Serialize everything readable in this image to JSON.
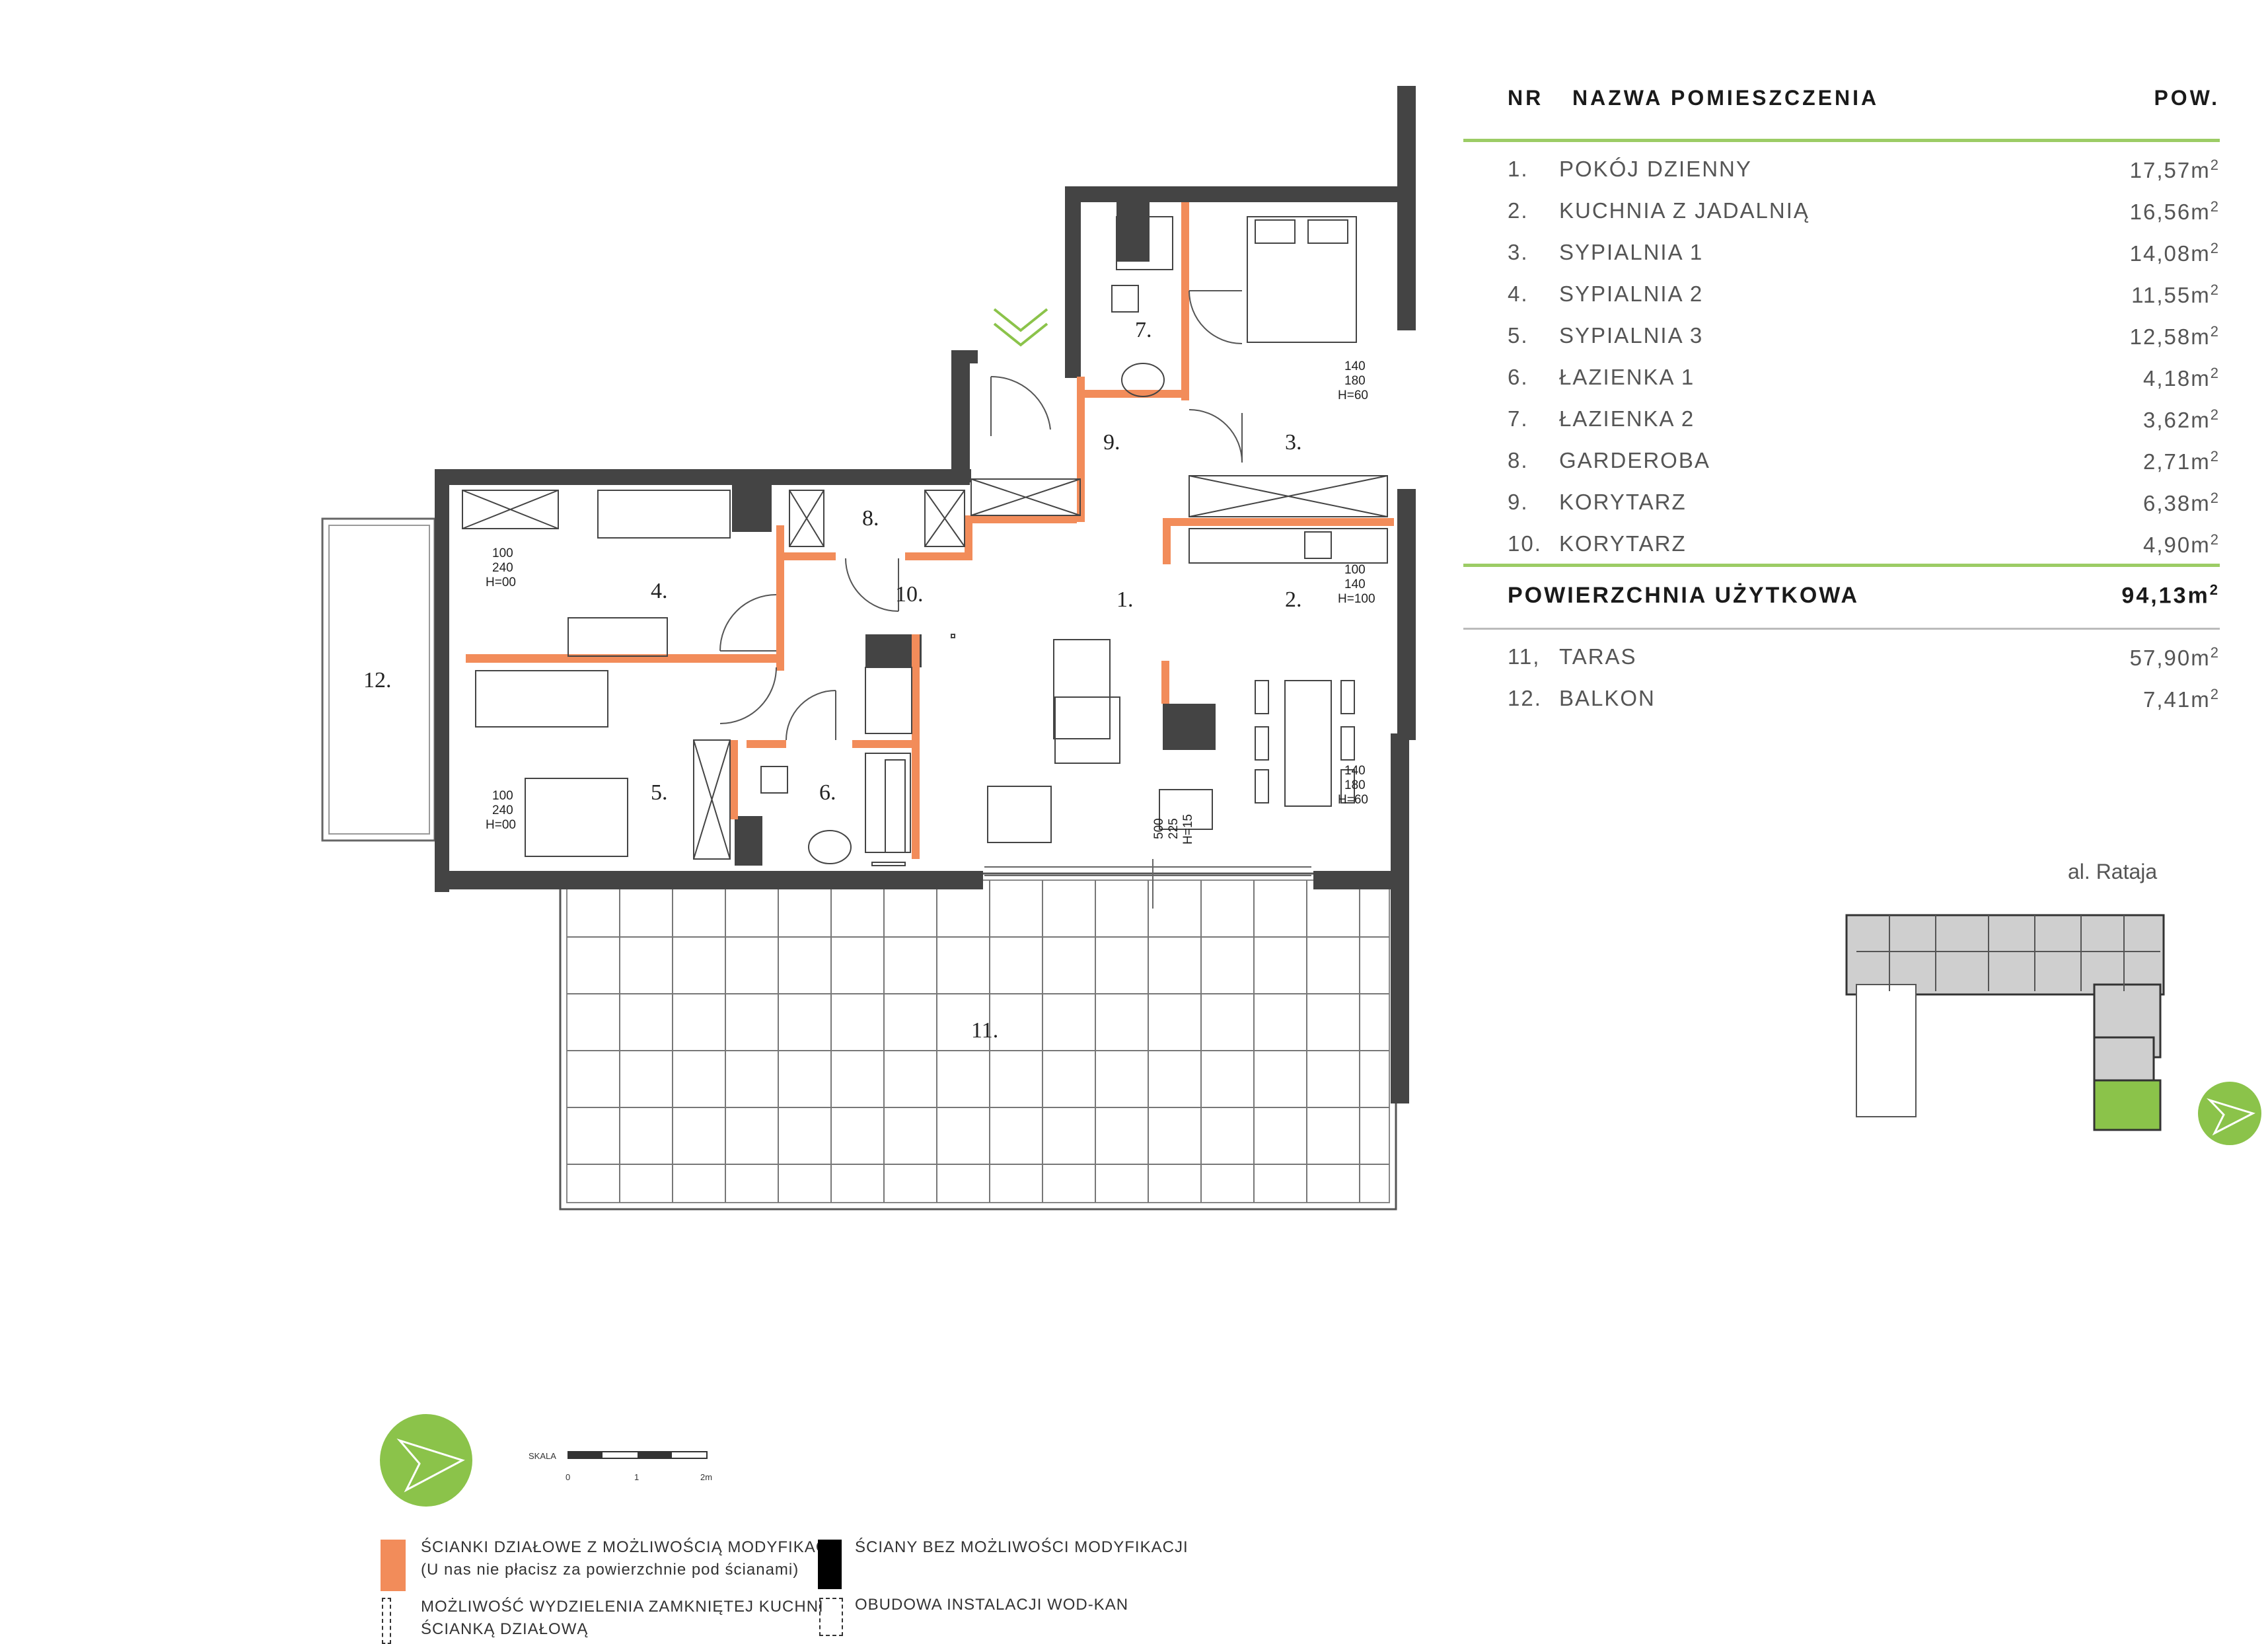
{
  "table": {
    "header": {
      "nr": "NR",
      "name": "NAZWA POMIESZCZENIA",
      "area": "POW."
    },
    "rooms": [
      {
        "nr": "1.",
        "name": "POKÓJ DZIENNY",
        "area": "17,57m",
        "unit_sup": "2"
      },
      {
        "nr": "2.",
        "name": "KUCHNIA Z JADALNIĄ",
        "area": "16,56m",
        "unit_sup": "2"
      },
      {
        "nr": "3.",
        "name": "SYPIALNIA 1",
        "area": "14,08m",
        "unit_sup": "2"
      },
      {
        "nr": "4.",
        "name": "SYPIALNIA 2",
        "area": "11,55m",
        "unit_sup": "2"
      },
      {
        "nr": "5.",
        "name": "SYPIALNIA 3",
        "area": "12,58m",
        "unit_sup": "2"
      },
      {
        "nr": "6.",
        "name": "ŁAZIENKA 1",
        "area": "4,18m",
        "unit_sup": "2"
      },
      {
        "nr": "7.",
        "name": "ŁAZIENKA 2",
        "area": "3,62m",
        "unit_sup": "2"
      },
      {
        "nr": "8.",
        "name": "GARDEROBA",
        "area": "2,71m",
        "unit_sup": "2"
      },
      {
        "nr": "9.",
        "name": "KORYTARZ",
        "area": "6,38m",
        "unit_sup": "2"
      },
      {
        "nr": "10.",
        "name": "KORYTARZ",
        "area": "4,90m",
        "unit_sup": "2"
      }
    ],
    "total": {
      "name": "POWIERZCHNIA UŻYTKOWA",
      "area": "94,13m",
      "unit_sup": "2"
    },
    "outdoor": [
      {
        "nr": "11,",
        "name": "TARAS",
        "area": "57,90m",
        "unit_sup": "2"
      },
      {
        "nr": "12.",
        "name": "BALKON",
        "area": "7,41m",
        "unit_sup": "2"
      }
    ]
  },
  "plan": {
    "room_labels": [
      "1.",
      "2.",
      "3.",
      "4.",
      "5.",
      "6.",
      "7.",
      "8.",
      "9.",
      "10.",
      "11.",
      "12."
    ],
    "window_labels": {
      "w_bedroom3": [
        "140",
        "180",
        "H=60"
      ],
      "w_kitchen": [
        "100",
        "140",
        "H=100"
      ],
      "w_dining": [
        "140",
        "180",
        "H=60"
      ],
      "w_bed2": [
        "100",
        "240",
        "H=00"
      ],
      "w_bed3": [
        "100",
        "240",
        "H=00"
      ],
      "w_terrace": [
        "500",
        "225",
        "H=15"
      ]
    }
  },
  "key_plan": {
    "street": "al. Rataja"
  },
  "scale": {
    "title": "SKALA",
    "ticks": [
      "0",
      "1",
      "2m"
    ]
  },
  "legend": {
    "modifiable_walls": "ŚCIANKI DZIAŁOWE Z MOŻLIWOŚCIĄ MODYFIKACJI",
    "modifiable_walls_note": "(U nas nie płacisz za powierzchnie pod ścianami)",
    "fixed_walls": "ŚCIANY BEZ MOŻLIWOŚCI MODYFIKACJI",
    "closed_kitchen_line1": "MOŻLIWOŚĆ WYDZIELENIA ZAMKNIĘTEJ KUCHNI",
    "closed_kitchen_line2": "ŚCIANKĄ DZIAŁOWĄ",
    "installation_housing": "OBUDOWA INSTALACJI WOD-KAN"
  },
  "colors": {
    "accent_green": "#9ccc65",
    "compass_green": "#8bc34a",
    "modifiable_wall": "#f28c5a",
    "fixed_wall": "#444444",
    "key_plan_fill": "#cfcfcf"
  }
}
